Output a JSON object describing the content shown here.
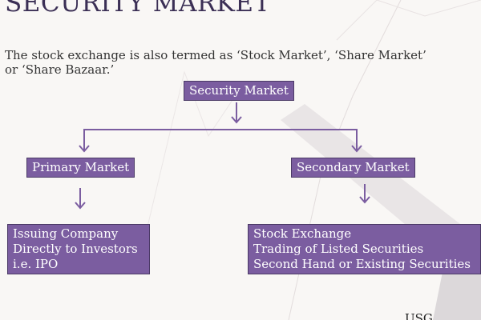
{
  "slide": {
    "title": "SECURITY MARKET",
    "intro_line1": "The stock exchange is also termed as ‘Stock Market’, ‘Share Market’",
    "intro_line2": "or ‘Share Bazaar.’",
    "root": "Security Market",
    "primary": {
      "label": "Primary Market",
      "details": [
        "Issuing Company",
        "Directly to Investors",
        "i.e. IPO"
      ]
    },
    "secondary": {
      "label": "Secondary Market",
      "details": [
        "Stock Exchange",
        "Trading of Listed Securities",
        "Second Hand or Existing Securities"
      ]
    },
    "footer": "USG",
    "colors": {
      "box": "#7b5da0",
      "arrow": "#7b5da0",
      "background": "#f9f7f5"
    }
  }
}
